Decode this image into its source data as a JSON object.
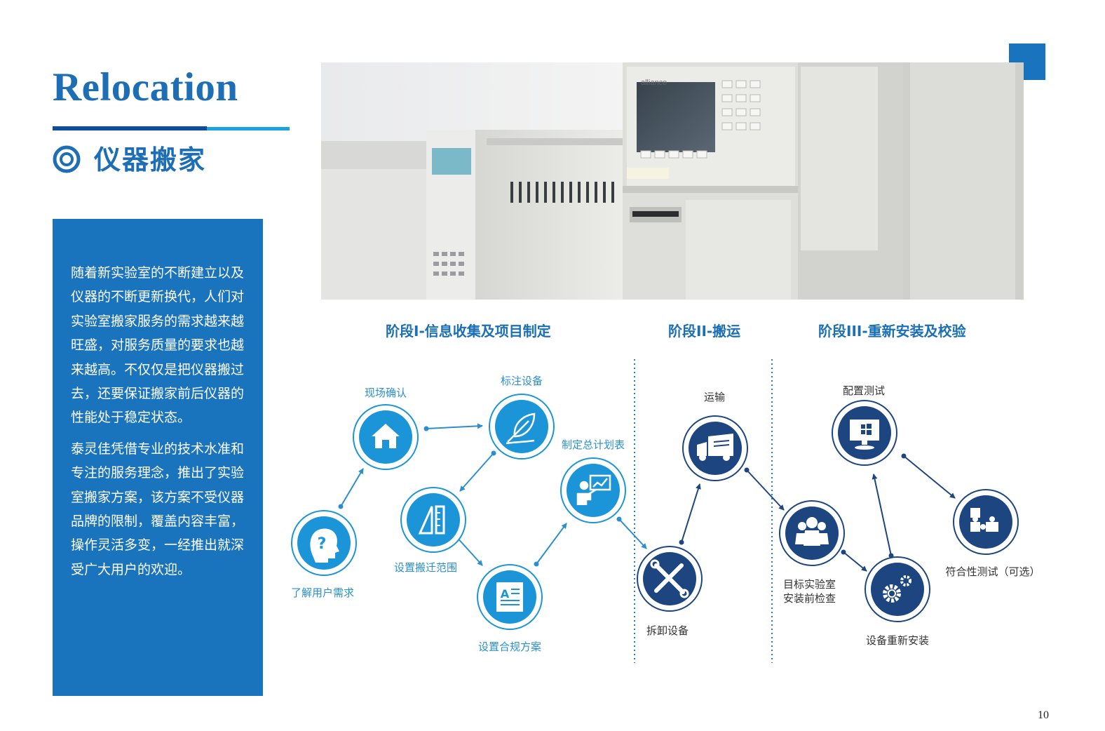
{
  "header": {
    "title": "Relocation",
    "subtitle": "仪器搬家"
  },
  "side_panel": {
    "paragraph_1": "随着新实验室的不断建立以及仪器的不断更新换代，人们对实验室搬家服务的需求越来越旺盛，对服务质量的要求也越来越高。不仅仅是把仪器搬过去，还要保证搬家前后仪器的性能处于稳定状态。",
    "paragraph_2": "泰灵佳凭借专业的技术水准和专注的服务理念，推出了实验室搬家方案，该方案不受仪器品牌的限制，覆盖内容丰富，操作灵活多变，一经推出就深受广大用户的欢迎。"
  },
  "photo": {
    "instrument_brand": "alliance"
  },
  "stages": [
    {
      "title": "阶段I-信息收集及项目制定"
    },
    {
      "title": "阶段II-搬运"
    },
    {
      "title": "阶段III-重新安装及校验"
    }
  ],
  "steps": {
    "understand_needs": {
      "label": "了解用户需求",
      "icon": "question-head-icon"
    },
    "site_confirm": {
      "label": "现场确认",
      "icon": "house-icon"
    },
    "mark_equipment": {
      "label": "标注设备",
      "icon": "leaf-pen-icon"
    },
    "set_scope": {
      "label": "设置搬迁范围",
      "icon": "ruler-triangle-icon"
    },
    "compliance_plan": {
      "label": "设置合规方案",
      "icon": "document-icon"
    },
    "master_plan": {
      "label": "制定总计划表",
      "icon": "presenter-chart-icon"
    },
    "disassemble": {
      "label": "拆卸设备",
      "icon": "wrench-screwdriver-icon"
    },
    "transport": {
      "label": "运输",
      "icon": "truck-icon"
    },
    "precheck": {
      "label_line_1": "目标实验室",
      "label_line_2": "安装前检查",
      "icon": "team-icon"
    },
    "config_test": {
      "label": "配置测试",
      "icon": "monitor-icon"
    },
    "reinstall": {
      "label": "设备重新安装",
      "icon": "gears-icon"
    },
    "conformance": {
      "label": "符合性测试（可选）",
      "icon": "puzzle-icon"
    }
  },
  "page_number": "10",
  "colors": {
    "primary_blue": "#1a73bd",
    "dark_blue": "#0e4d97",
    "light_blue": "#1ba3e0",
    "stage1_circle": "#1b95d8",
    "stage3_circle": "#1d4680"
  }
}
